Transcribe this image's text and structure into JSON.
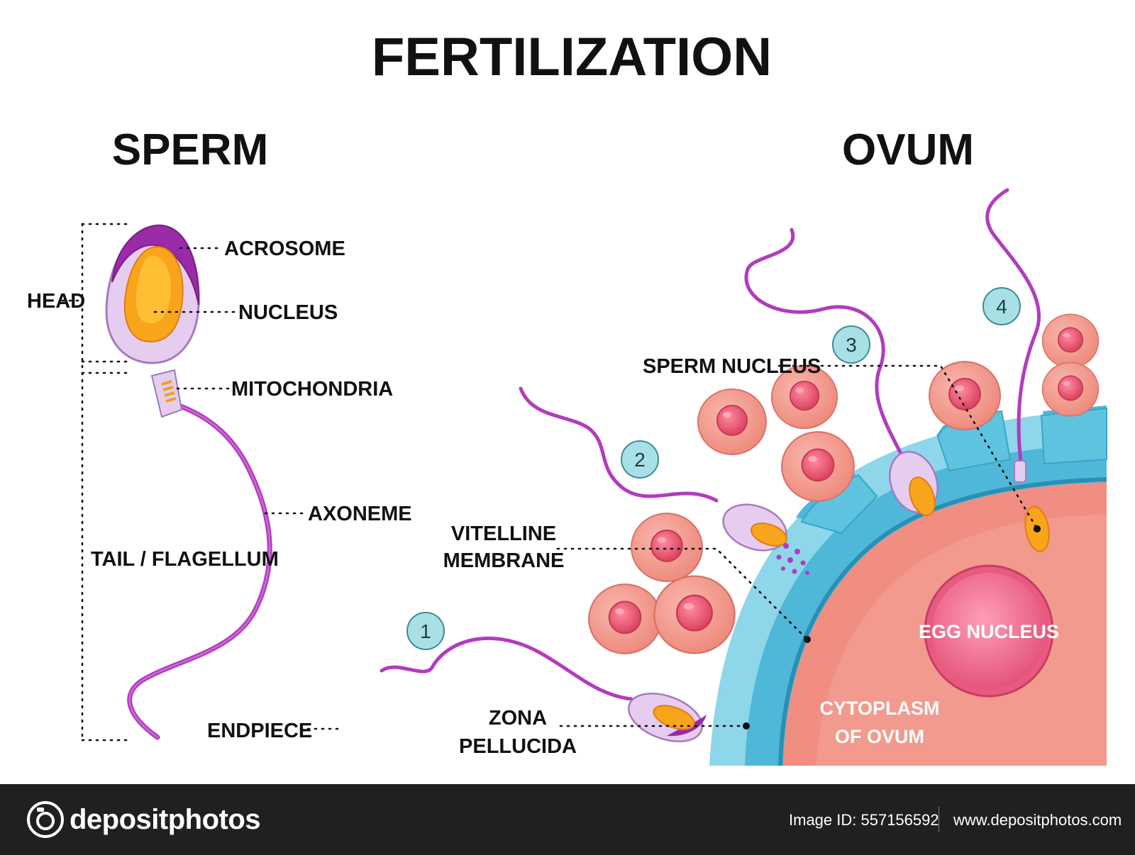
{
  "title": "FERTILIZATION",
  "sperm": {
    "heading": "SPERM",
    "labels": {
      "acrosome": "ACROSOME",
      "nucleus": "NUCLEUS",
      "mitochondria": "MITOCHONDRIA",
      "axoneme": "AXONEME",
      "endpiece": "ENDPIECE",
      "head": "HEAD",
      "tail": "TAIL / FLAGELLUM"
    }
  },
  "ovum": {
    "heading": "OVUM",
    "labels": {
      "sperm_nucleus": "SPERM NUCLEUS",
      "vitelline_1": "VITELLINE",
      "vitelline_2": "MEMBRANE",
      "zona_1": "ZONA",
      "zona_2": "PELLUCIDA",
      "egg_nucleus": "EGG NUCLEUS",
      "cytoplasm_1": "CYTOPLASM",
      "cytoplasm_2": "OF OVUM"
    },
    "steps": [
      "1",
      "2",
      "3",
      "4"
    ]
  },
  "footer": {
    "brand": "depositphotos",
    "image_id": "Image ID: 557156592",
    "website": "www.depositphotos.com"
  },
  "colors": {
    "sperm_purple": "#b23bbf",
    "acrosome_purple": "#9b2aa8",
    "nucleus_yellow": "#f4a71d",
    "head_lilac": "#e3c9ee",
    "cell_salmon": "#f2998f",
    "cell_nucleus": "#e0506b",
    "zona_blue": "#4fb7d8",
    "zona_light": "#8ed6ea",
    "cytoplasm": "#f08e82",
    "egg_nucleus": "#ea5d83",
    "step_circle": "#a9e0e6",
    "footer_bg": "#202022"
  },
  "icons": {
    "footer_logo": "camera-icon"
  }
}
